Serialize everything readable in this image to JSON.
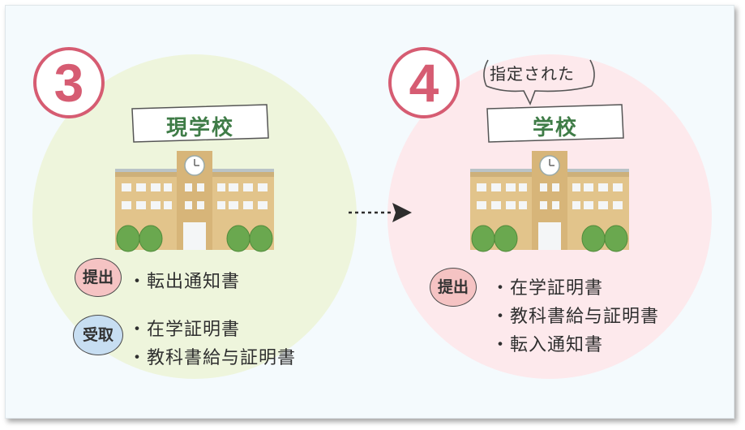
{
  "left": {
    "step": "3",
    "school_label": "現学校",
    "submit_badge": "提出",
    "submit_items": [
      "・転出通知書"
    ],
    "receive_badge": "受取",
    "receive_items": [
      "・在学証明書",
      "・教科書給与証明書"
    ]
  },
  "right": {
    "step": "4",
    "speech": "指定された",
    "school_label": "学校",
    "submit_badge": "提出",
    "submit_items": [
      "・在学証明書",
      "・教科書給与証明書",
      "・転入通知書"
    ]
  },
  "colors": {
    "step_ring": "#d65c72",
    "left_circle": "#eef5dc",
    "right_circle": "#fde9ec",
    "sign_text": "#3f7c47",
    "submit_badge": "#f5c3c3",
    "receive_badge": "#c7def2"
  }
}
